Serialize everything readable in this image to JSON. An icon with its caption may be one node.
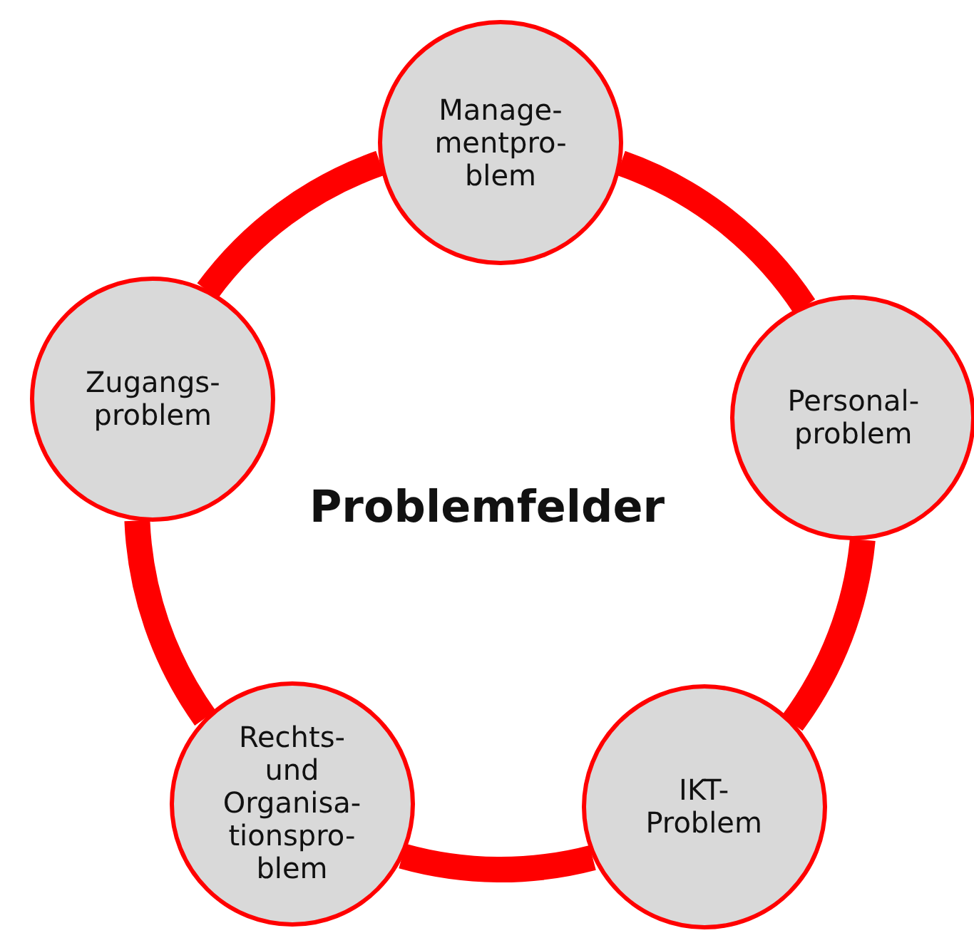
{
  "diagram": {
    "title": "Problemfelder",
    "nodes": [
      {
        "text": [
          "Manage- mentpro- blem"
        ]
      },
      {
        "text": [
          "Zugangs- problem"
        ]
      },
      {
        "text": [
          "Personal- problem"
        ]
      },
      {
        "text": [
          "Rechts- und Organisa- tionspro- blem"
        ]
      },
      {
        "text": [
          "IKT- Problem"
        ]
      }
    ],
    "edges": [
      {
        "from": 0,
        "to": 2,
        "arrow": "none"
      },
      {
        "from": 2,
        "to": 4,
        "arrow": "none"
      },
      {
        "from": 4,
        "to": 3,
        "arrow": "none"
      },
      {
        "from": 3,
        "to": 1,
        "arrow": "none"
      },
      {
        "from": 1,
        "to": 0,
        "arrow": "none"
      }
    ]
  }
}
